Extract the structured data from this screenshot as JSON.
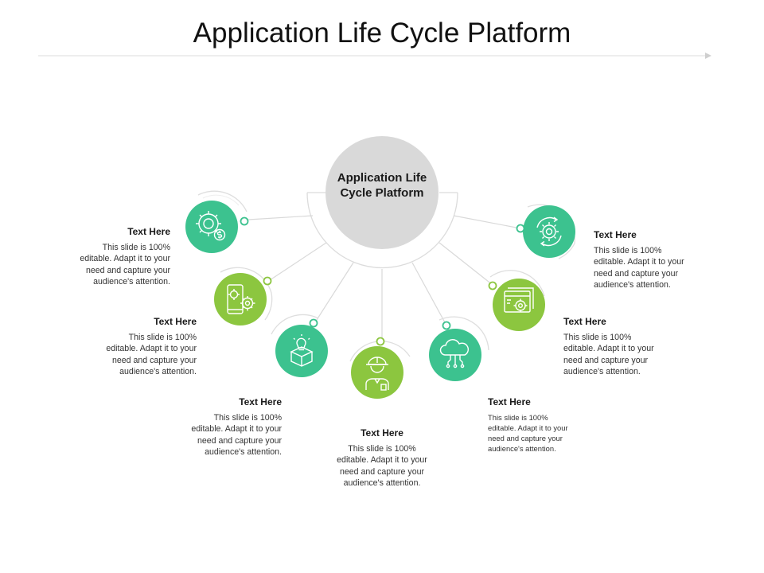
{
  "title": "Application Life Cycle Platform",
  "center_label": "Application Life Cycle Platform",
  "colors": {
    "teal": "#3cc28f",
    "green": "#8cc63f",
    "hub": "#d9d9d9",
    "connector": "#d7d7d7"
  },
  "nodes": [
    {
      "heading": "Text Here",
      "body": "This slide is 100%\neditable. Adapt it to your\nneed and capture your\naudience's attention.",
      "icon": "gear-dollar-icon",
      "color": "teal"
    },
    {
      "heading": "Text Here",
      "body": "This slide is 100%\neditable. Adapt it to your\nneed and capture your\naudience's attention.",
      "icon": "phone-gears-icon",
      "color": "green"
    },
    {
      "heading": "Text Here",
      "body": "This slide is 100%\neditable. Adapt it to your\nneed and capture your\naudience's attention.",
      "icon": "lightbulb-box-icon",
      "color": "teal"
    },
    {
      "heading": "Text Here",
      "body": "This slide is 100%\neditable. Adapt it to your\nneed and capture your\naudience's attention.",
      "icon": "engineer-icon",
      "color": "green"
    },
    {
      "heading": "Text Here",
      "body": "This slide is 100%\neditable.  Adapt it to your\nneed and capture your\naudience's attention.",
      "icon": "cloud-circuit-icon",
      "color": "teal"
    },
    {
      "heading": "Text Here",
      "body": "This slide is 100%\neditable. Adapt it to your\nneed and capture your\naudience's attention.",
      "icon": "browser-gear-icon",
      "color": "green"
    },
    {
      "heading": "Text Here",
      "body": "This slide is 100%\neditable. Adapt it to your\nneed and capture your\naudience's attention.",
      "icon": "gear-cycle-icon",
      "color": "teal"
    }
  ]
}
